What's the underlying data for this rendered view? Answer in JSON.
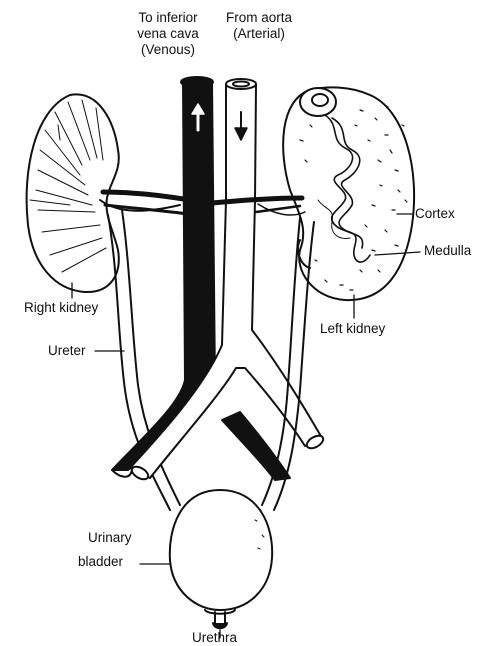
{
  "labels": {
    "to_ivc": [
      "To inferior",
      "vena cava",
      "(Venous)"
    ],
    "from_aorta": [
      "From aorta",
      "(Arterial)"
    ],
    "cortex": "Cortex",
    "medulla": "Medulla",
    "right_kidney": "Right kidney",
    "left_kidney": "Left kidney",
    "ureter": "Ureter",
    "urinary_bladder": [
      "Urinary",
      "bladder"
    ],
    "urethra": "Urethra"
  },
  "colors": {
    "ink": "#111111",
    "paper": "#ffffff"
  }
}
